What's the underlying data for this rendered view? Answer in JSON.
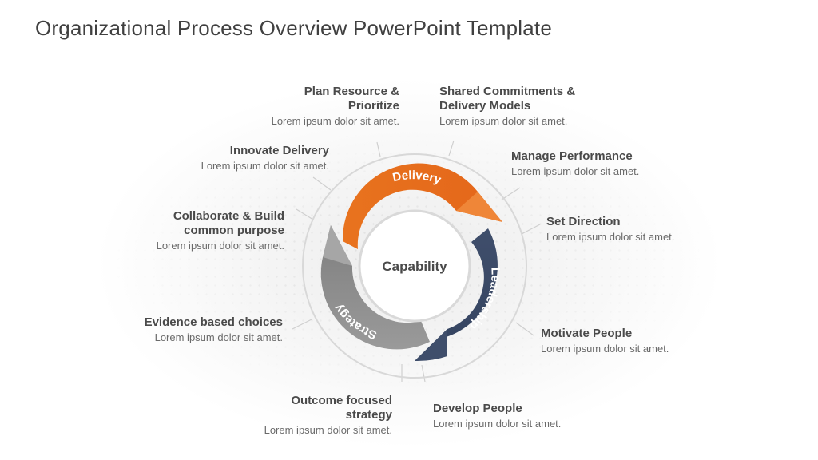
{
  "title": "Organizational Process Overview PowerPoint Template",
  "colors": {
    "delivery": "#E8731E",
    "leadership": "#3F4E6B",
    "strategy": "#8E8E8E",
    "text_dark": "#4a4a4a",
    "ring": "#d4d4d4"
  },
  "center": {
    "label": "Capability"
  },
  "segments": [
    {
      "label": "Delivery"
    },
    {
      "label": "Leadership"
    },
    {
      "label": "Strategy"
    }
  ],
  "items": [
    {
      "title": "Plan Resource & Prioritize",
      "desc": "Lorem ipsum dolor sit amet."
    },
    {
      "title": "Shared Commitments & Delivery Models",
      "desc": "Lorem ipsum dolor sit amet."
    },
    {
      "title": "Innovate Delivery",
      "desc": "Lorem ipsum dolor sit amet."
    },
    {
      "title": "Manage Performance",
      "desc": "Lorem ipsum dolor sit amet."
    },
    {
      "title": "Collaborate & Build common purpose",
      "desc": "Lorem ipsum dolor sit amet."
    },
    {
      "title": "Set Direction",
      "desc": "Lorem ipsum dolor sit amet."
    },
    {
      "title": "Evidence based choices",
      "desc": "Lorem ipsum dolor sit amet."
    },
    {
      "title": "Motivate People",
      "desc": "Lorem ipsum dolor sit amet."
    },
    {
      "title": "Outcome focused strategy",
      "desc": "Lorem ipsum dolor sit amet."
    },
    {
      "title": "Develop People",
      "desc": "Lorem ipsum dolor sit amet."
    }
  ]
}
